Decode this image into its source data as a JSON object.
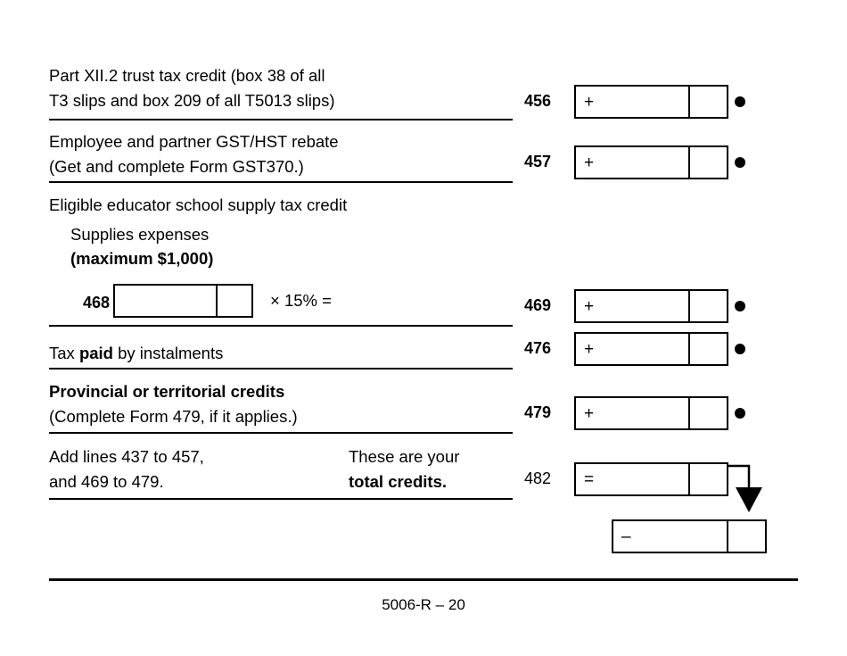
{
  "form": {
    "footer_code": "5006-R – 20"
  },
  "rows": [
    {
      "id": "part-xii2-trust-tax-credit",
      "text_line1": "Part XII.2 trust tax credit (box 38 of all",
      "text_line2": "T3 slips and box 209 of all T5013 slips)",
      "line_number": "456",
      "operator": "+"
    },
    {
      "id": "gst-hst-rebate",
      "text_line1": "Employee and partner GST/HST rebate",
      "text_line2": "(Get and complete Form GST370.)",
      "line_number": "457",
      "operator": "+"
    },
    {
      "id": "educator-school-supply-credit",
      "text_line1": "Eligible educator school supply tax credit",
      "text_line2": "Supplies expenses",
      "text_line3": "(maximum $1,000)",
      "sub_line_number": "468",
      "multiplier_text": "× 15% =",
      "line_number": "469",
      "operator": "+"
    },
    {
      "id": "tax-paid-by-instalments",
      "text_prefix": "Tax ",
      "text_bold": "paid",
      "text_suffix": " by instalments",
      "line_number": "476",
      "operator": "+"
    },
    {
      "id": "provincial-territorial-credits",
      "text_line1": "Provincial or territorial credits",
      "text_line2": "(Complete Form 479, if it applies.)",
      "line_number": "479",
      "operator": "+"
    },
    {
      "id": "total-credits",
      "text_line1": "Add lines 437 to 457,",
      "text_line2": "and 469 to 479.",
      "note_line1": "These are your",
      "note_line2": "total credits.",
      "line_number": "482",
      "operator": "="
    },
    {
      "id": "subtract-total-credits",
      "operator": "–"
    }
  ]
}
